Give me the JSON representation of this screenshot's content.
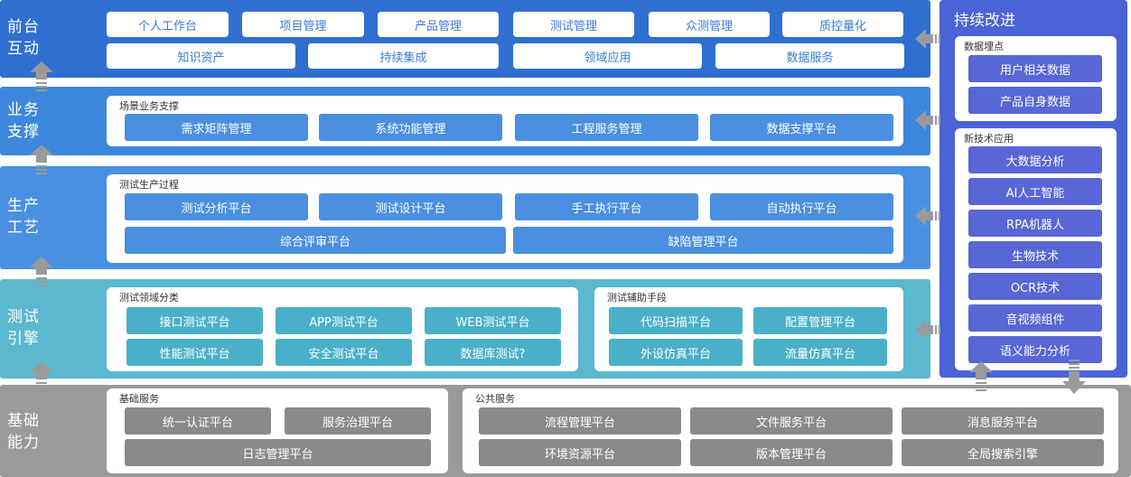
{
  "layers": {
    "frontend": {
      "label_line1": "前台",
      "label_line2": "互动",
      "row1": [
        "个人工作台",
        "项目管理",
        "产品管理",
        "测试管理",
        "众测管理",
        "质控量化"
      ],
      "row2": [
        "知识资产",
        "持续集成",
        "领域应用",
        "数据服务"
      ]
    },
    "business": {
      "label_line1": "业务",
      "label_line2": "支撑",
      "panel_title": "场景业务支撑",
      "items": [
        "需求矩阵管理",
        "系统功能管理",
        "工程服务管理",
        "数据支撑平台"
      ]
    },
    "production": {
      "label_line1": "生产",
      "label_line2": "工艺",
      "panel_title": "测试生产过程",
      "row1": [
        "测试分析平台",
        "测试设计平台",
        "手工执行平台",
        "自动执行平台"
      ],
      "row2": [
        "综合评审平台",
        "缺陷管理平台"
      ]
    },
    "engine": {
      "label_line1": "测试",
      "label_line2": "引擎",
      "domain_title": "测试领域分类",
      "domain_items": [
        "接口测试平台",
        "APP测试平台",
        "WEB测试平台",
        "性能测试平台",
        "安全测试平台",
        "数据库测试?"
      ],
      "aux_title": "测试辅助手段",
      "aux_items": [
        "代码扫描平台",
        "配置管理平台",
        "外设仿真平台",
        "流量仿真平台"
      ]
    },
    "foundation": {
      "label_line1": "基础",
      "label_line2": "能力",
      "basic_title": "基础服务",
      "basic_items": [
        "统一认证平台",
        "服务治理平台",
        "日志管理平台"
      ],
      "public_title": "公共服务",
      "public_items": [
        "流程管理平台",
        "文件服务平台",
        "消息服务平台",
        "环境资源平台",
        "版本管理平台",
        "全局搜索引擎"
      ]
    }
  },
  "sidebar": {
    "title": "持续改进",
    "data_title": "数据埋点",
    "data_items": [
      "用户相关数据",
      "产品自身数据"
    ],
    "tech_title": "新技术应用",
    "tech_items": [
      "大数据分析",
      "AI人工智能",
      "RPA机器人",
      "生物技术",
      "OCR技术",
      "音视频组件",
      "语义能力分析"
    ]
  },
  "colors": {
    "frontend": "#2f6fd0",
    "business": "#3d88dc",
    "production": "#4a90e2",
    "engine": "#5bb8cf",
    "foundation": "#9a9a9a",
    "sidebar": "#4a63d6",
    "arrow": "#9a9a9a"
  }
}
